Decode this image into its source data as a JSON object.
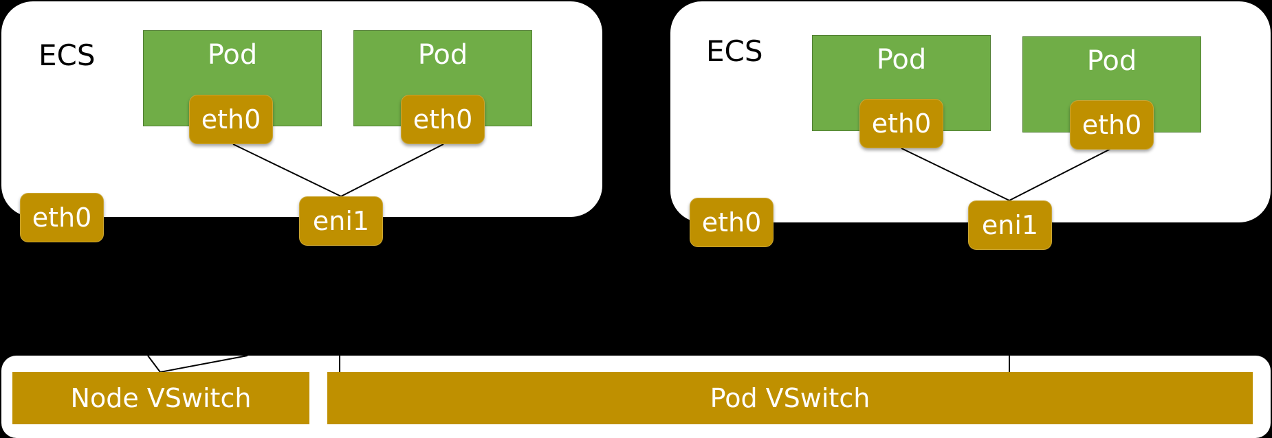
{
  "ecs": [
    {
      "label": "ECS",
      "pods": [
        {
          "label": "Pod",
          "nic": "eth0"
        },
        {
          "label": "Pod",
          "nic": "eth0"
        }
      ],
      "node_nic": "eth0",
      "eni": "eni1"
    },
    {
      "label": "ECS",
      "pods": [
        {
          "label": "Pod",
          "nic": "eth0"
        },
        {
          "label": "Pod",
          "nic": "eth0"
        }
      ],
      "node_nic": "eth0",
      "eni": "eni1"
    }
  ],
  "node_vswitch": "Node VSwitch",
  "pod_vswitch": "Pod VSwitch",
  "colors": {
    "pod": "#70ad47",
    "nic": "#bf9000",
    "background": "#000000",
    "container": "#ffffff"
  }
}
